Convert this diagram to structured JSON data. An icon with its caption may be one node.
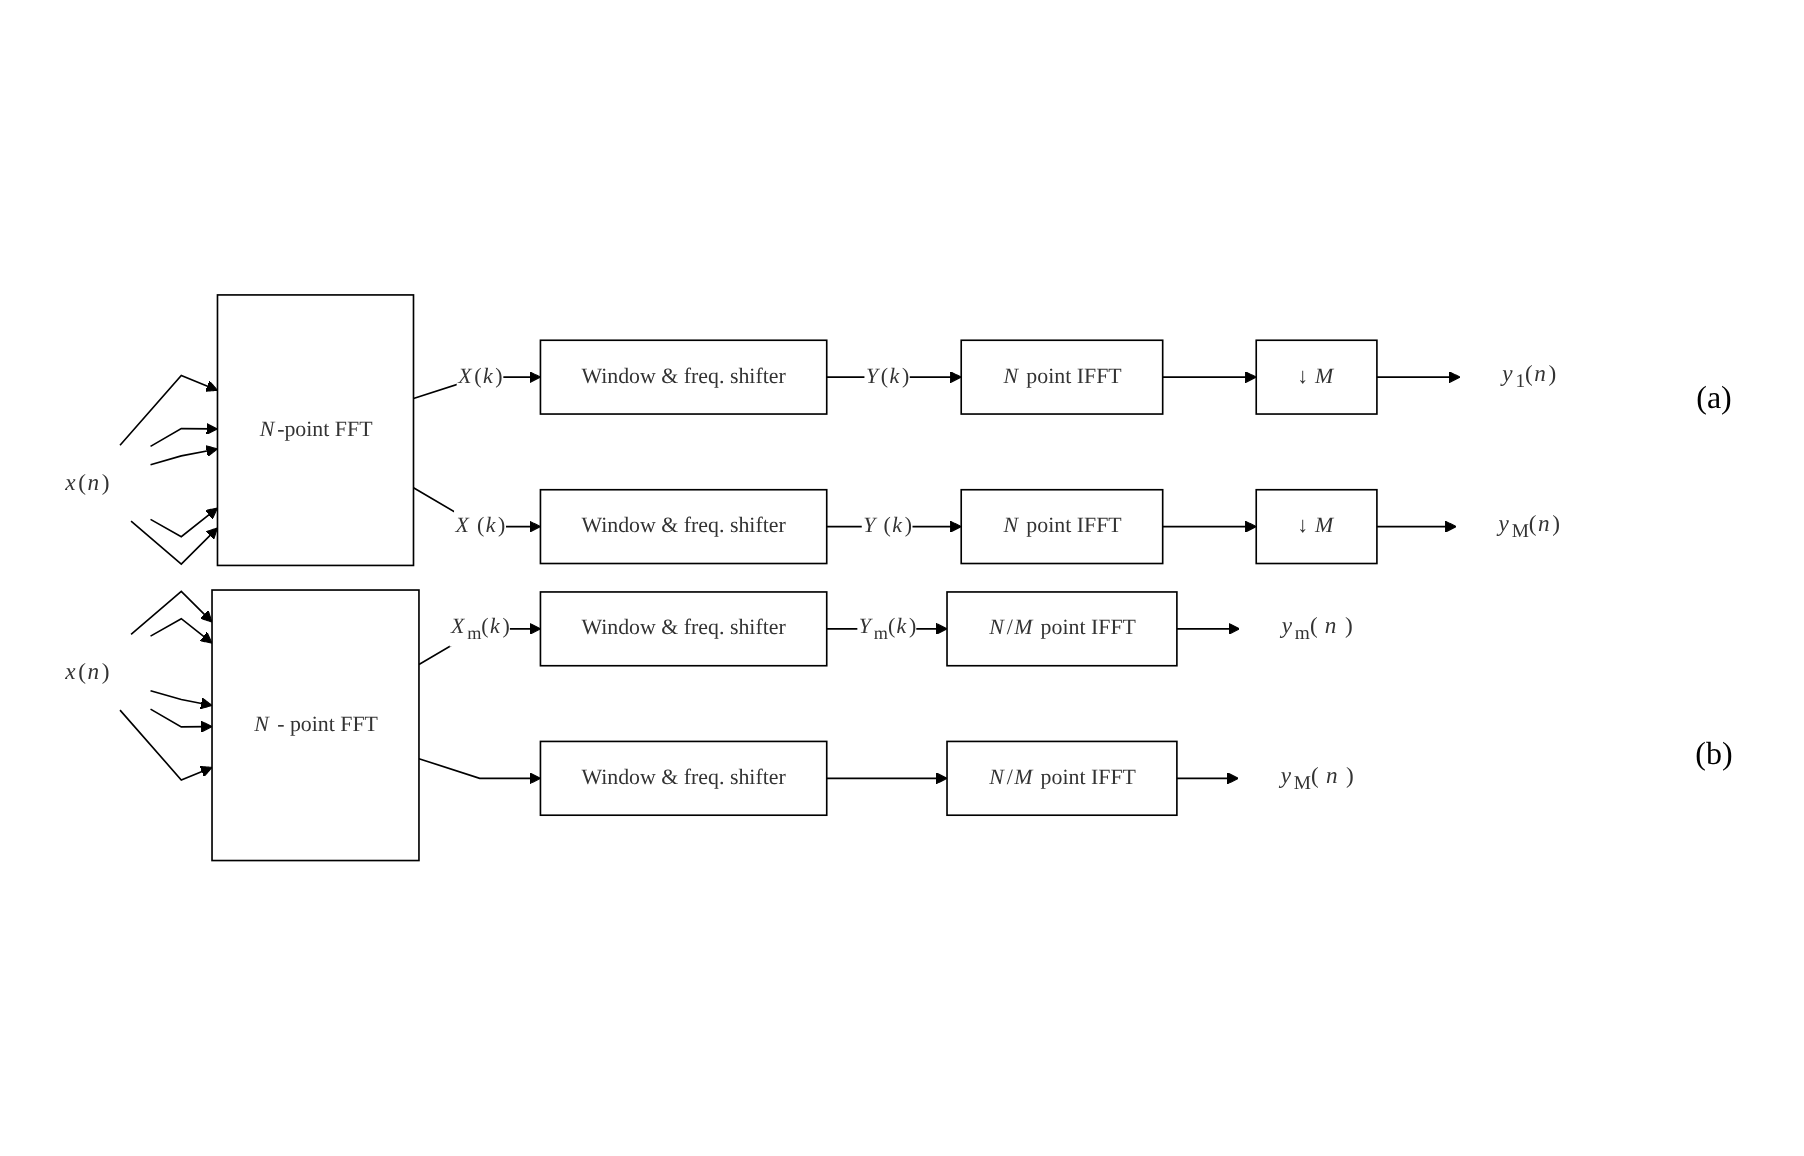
{
  "diagram": {
    "nodes": [
      {
        "text": [
          "*x*(*n*)"
        ]
      },
      {
        "text": [
          "*N*-point FFT"
        ]
      },
      {
        "text": [
          "Window & freq. shifter"
        ]
      },
      {
        "text": [
          "*N* point IFFT"
        ]
      },
      {
        "text": [
          "↓ *M*"
        ]
      },
      {
        "text": [
          "*y*$_{1}$(*n*)"
        ]
      },
      {
        "text": [
          "Window & freq. shifter"
        ]
      },
      {
        "text": [
          "*N* point IFFT"
        ]
      },
      {
        "text": [
          "↓ *M*"
        ]
      },
      {
        "text": [
          "*y*$_{M}$(*n*)"
        ]
      },
      {
        "text": [
          "*x*(*n*)"
        ]
      },
      {
        "text": [
          "*N* - point FFT"
        ]
      },
      {
        "text": [
          "Window & freq. shifter"
        ]
      },
      {
        "text": [
          "*N*/*M* point IFFT"
        ]
      },
      {
        "text": [
          "*y*$_{m}$( *n* )"
        ]
      },
      {
        "text": [
          "Window & freq. shifter"
        ]
      },
      {
        "text": [
          "*N*/*M* point IFFT"
        ]
      },
      {
        "text": [
          "*y*$_{M}$( *n* )"
        ]
      }
    ],
    "edges": [
      {
        "from": 0,
        "to": 1,
        "arrow": "to"
      },
      {
        "from": 0,
        "to": 1,
        "arrow": "to"
      },
      {
        "from": 0,
        "to": 1,
        "arrow": "to"
      },
      {
        "from": 0,
        "to": 1,
        "arrow": "to"
      },
      {
        "from": 0,
        "to": 1,
        "arrow": "to"
      },
      {
        "from": 1,
        "to": 2,
        "arrow": "to",
        "label": "*X*(*k*)"
      },
      {
        "from": 1,
        "to": 6,
        "arrow": "to",
        "label": "*X* (*k*)"
      },
      {
        "from": 2,
        "to": 3,
        "arrow": "to",
        "label": "*Y*(*k*)"
      },
      {
        "from": 6,
        "to": 7,
        "arrow": "to",
        "label": "*Y* (*k*)"
      },
      {
        "from": 3,
        "to": 4,
        "arrow": "to"
      },
      {
        "from": 7,
        "to": 8,
        "arrow": "to"
      },
      {
        "from": 4,
        "to": 5,
        "arrow": "to"
      },
      {
        "from": 8,
        "to": 9,
        "arrow": "to"
      },
      {
        "from": 10,
        "to": 11,
        "arrow": "to"
      },
      {
        "from": 10,
        "to": 11,
        "arrow": "to"
      },
      {
        "from": 10,
        "to": 11,
        "arrow": "to"
      },
      {
        "from": 10,
        "to": 11,
        "arrow": "to"
      },
      {
        "from": 10,
        "to": 11,
        "arrow": "to"
      },
      {
        "from": 11,
        "to": 12,
        "arrow": "to",
        "label": "*X*$_{m}$(*k*)"
      },
      {
        "from": 11,
        "to": 15,
        "arrow": "to"
      },
      {
        "from": 12,
        "to": 13,
        "arrow": "to",
        "label": "*Y*$_{m}$(*k*)"
      },
      {
        "from": 15,
        "to": 16,
        "arrow": "to"
      },
      {
        "from": 13,
        "to": 14,
        "arrow": "to"
      },
      {
        "from": 16,
        "to": 17,
        "arrow": "to"
      }
    ],
    "labels": [
      "(a)",
      "(b)"
    ]
  }
}
